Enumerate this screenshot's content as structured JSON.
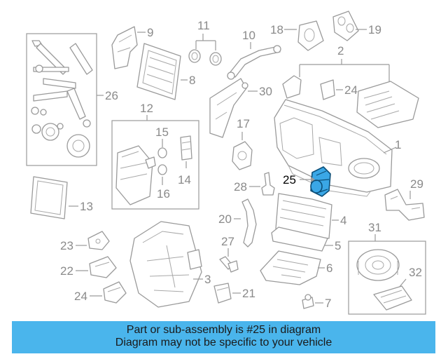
{
  "callouts": {
    "c1": "1",
    "c2": "2",
    "c3": "3",
    "c4": "4",
    "c5": "5",
    "c6": "6",
    "c7": "7",
    "c8": "8",
    "c9": "9",
    "c10": "10",
    "c11": "11",
    "c12": "12",
    "c13": "13",
    "c14": "14",
    "c15": "15",
    "c16": "16",
    "c17": "17",
    "c18": "18",
    "c19": "19",
    "c20": "20",
    "c21": "21",
    "c22": "22",
    "c23": "23",
    "c24a": "24",
    "c24b": "24",
    "c25": "25",
    "c26": "26",
    "c27": "27",
    "c28": "28",
    "c29": "29",
    "c30": "30",
    "c31": "31",
    "c32": "32"
  },
  "highlight_part": "25",
  "colors": {
    "highlight": "#3aa7e6",
    "banner": "#4ab5ec",
    "line_art": "#9a9a9a"
  },
  "banner": {
    "line1": "Part or sub-assembly is #25 in diagram",
    "line2": "Diagram may not be specific to your vehicle"
  }
}
